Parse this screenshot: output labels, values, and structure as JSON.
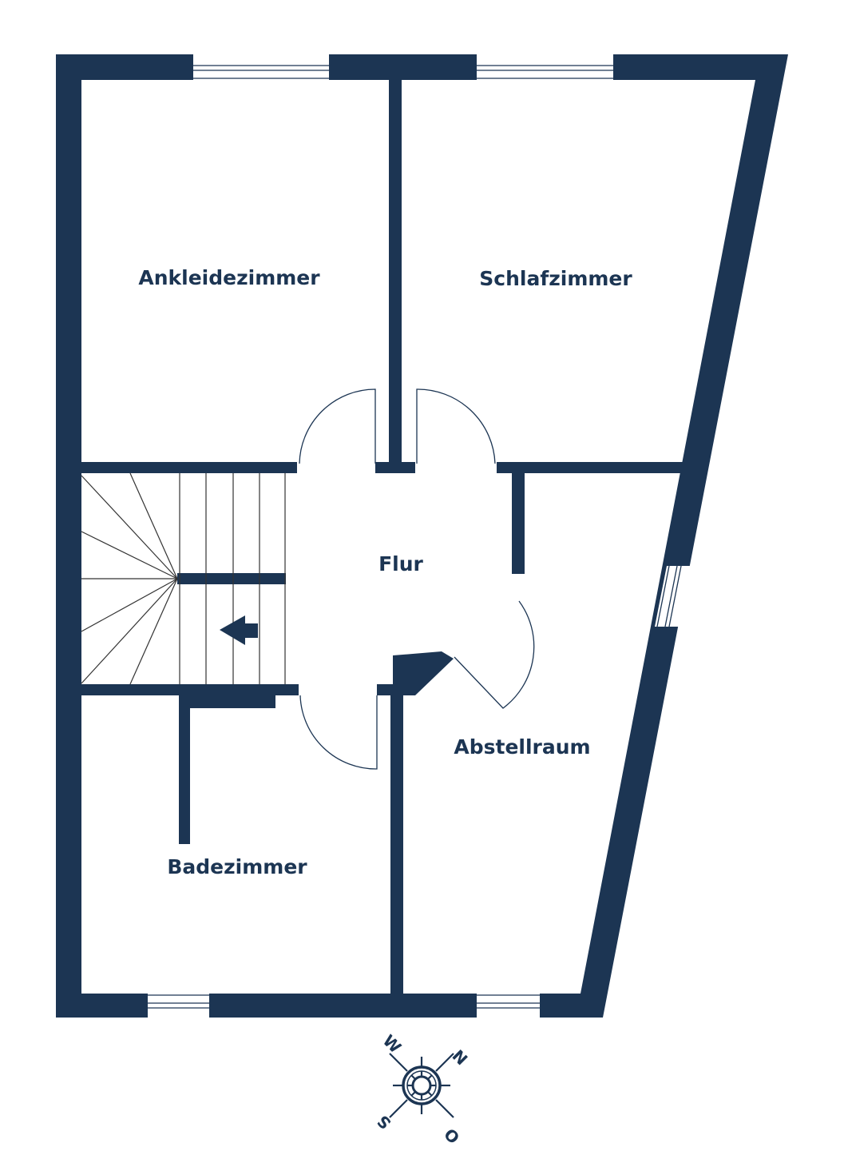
{
  "colors": {
    "wall": "#1c3553",
    "background": "#ffffff"
  },
  "rooms": {
    "ankleidezimmer": "Ankleidezimmer",
    "schlafzimmer": "Schlafzimmer",
    "flur": "Flur",
    "abstellraum": "Abstellraum",
    "badezimmer": "Badezimmer"
  },
  "compass": {
    "north": "N",
    "east": "O",
    "south": "S",
    "west": "W"
  }
}
